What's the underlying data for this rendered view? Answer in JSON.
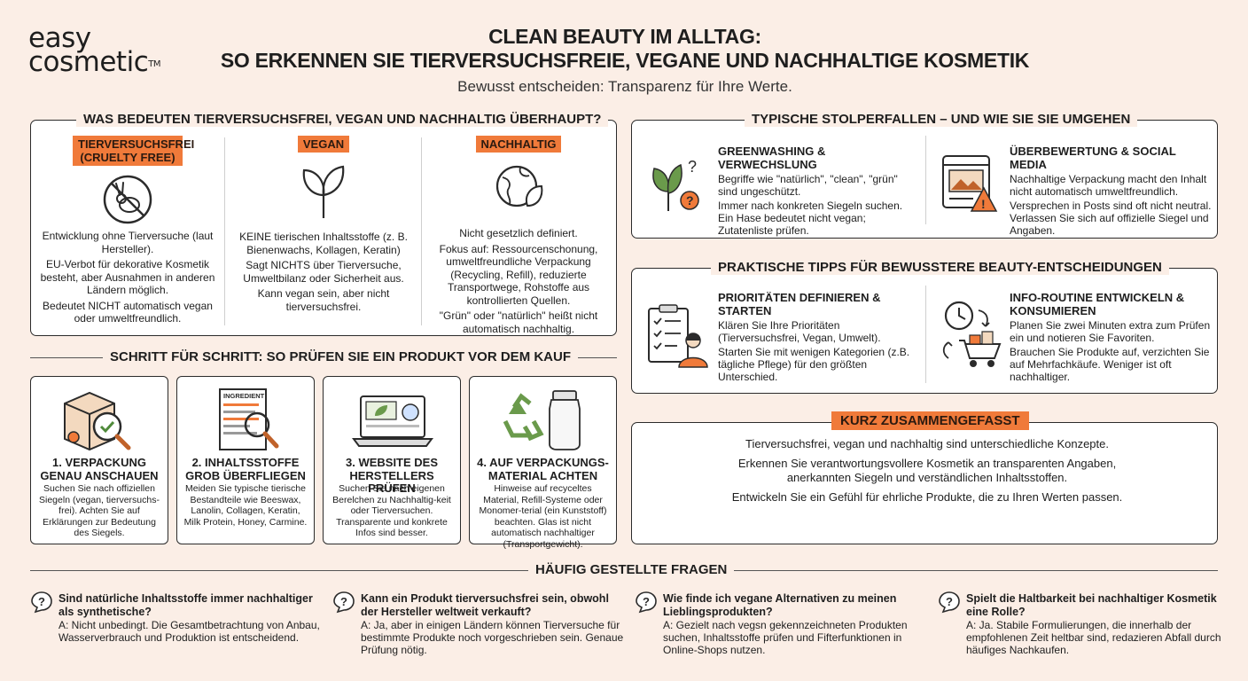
{
  "logo": {
    "line1": "easy",
    "line2": "cosmetic",
    "tm": "TM"
  },
  "header": {
    "title_line1": "CLEAN BEAUTY IM ALLTAG:",
    "title_line2": "SO ERKENNEN SIE TIERVERSUCHSFREIE, VEGANE UND NACHHALTIGE KOSMETIK",
    "subtitle": "Bewusst entscheiden: Transparenz für Ihre Werte."
  },
  "definitions": {
    "heading": "WAS BEDEUTEN TIERVERSUCHSFREI, VEGAN UND NACHHALTIG ÜBERHAUPT?",
    "columns": [
      {
        "tag": "TIERVERSUCHSFREI (CRUELTY FREE)",
        "icon": "crossed-rabbit-icon",
        "paragraphs": [
          "Entwicklung ohne Tierversuche (laut Hersteller).",
          "EU-Verbot für dekorative Kosmetik besteht, aber Ausnahmen in anderen Ländern möglich.",
          "Bedeutet NICHT automatisch vegan oder umweltfreundlich."
        ]
      },
      {
        "tag": "VEGAN",
        "icon": "leaves-icon",
        "paragraphs": [
          "KEINE tierischen Inhaltsstoffe (z. B. Bienenwachs, Kollagen, Keratin)",
          "Sagt NICHTS über Tierversuche, Umweltbilanz oder Sicherheit aus.",
          "Kann vegan sein, aber nicht tierversuchsfrei."
        ]
      },
      {
        "tag": "NACHHALTIG",
        "icon": "globe-leaf-icon",
        "paragraphs": [
          "Nicht gesetzlich definiert.",
          "Fokus auf: Ressourcenschonung, umweltfreundliche Verpackung (Recycling, Refill), reduzierte Transportwege, Rohstoffe aus kontrollierten Quellen.",
          "\"Grün\" oder \"natürlich\" heißt nicht automatisch nachhaltig."
        ]
      }
    ]
  },
  "steps": {
    "heading": "SCHRITT FÜR SCHRITT: SO PRÜFEN SIE EIN PRODUKT VOR DEM KAUF",
    "items": [
      {
        "title": "1. VERPACKUNG GENAU ANSCHAUEN",
        "icon": "box-magnifier-icon",
        "text": "Suchen Sie nach offiziellen Siegeln (vegan, tierversuchs-frei). Achten Sie auf Erklärungen zur Bedeutung des Siegels."
      },
      {
        "title": "2. INHALTSSTOFFE GROB ÜBERFLIEGEN",
        "icon": "ingredient-list-icon",
        "label": "INGREDIENT",
        "text": "Meiden Sie typische tierische Bestandteile wie Beeswax, Lanolin, Collagen, Keratin, Milk Protein, Honey, Carmine."
      },
      {
        "title": "3. WEBSITE DES HERSTELLERS PRÜFEN",
        "icon": "laptop-icon",
        "text": "Suchen Sie nach eigenen Berelchen zu Nachhaltig-keit oder Tierversuchen. Transparente und konkrete Infos sind besser."
      },
      {
        "title": "4. AUF VERPACKUNGS-MATERIAL ACHTEN",
        "icon": "recycle-jar-icon",
        "text": "Hinweise auf recyceltes Material, Refill-Systeme oder Monomer-terial (ein Kunststoff) beachten. Glas ist nicht automatisch nachhaltiger (Transportgewicht)."
      }
    ]
  },
  "pitfalls": {
    "heading": "TYPISCHE STOLPERFALLEN – UND WIE SIE SIE UMGEHEN",
    "items": [
      {
        "title": "GREENWASHING & VERWECHSLUNG",
        "icon": "leaf-warning-icon",
        "paragraphs": [
          "Begriffe wie \"natürlich\", \"clean\", \"grün\" sind ungeschützt.",
          "Immer nach konkreten Siegeln suchen. Ein Hase bedeutet nicht vegan; Zutatenliste prüfen."
        ]
      },
      {
        "title": "ÜBERBEWERTUNG & SOCIAL MEDIA",
        "icon": "social-post-warning-icon",
        "paragraphs": [
          "Nachhaltige Verpackung macht den Inhalt nicht automatisch umweltfreundlich.",
          "Versprechen in Posts sind oft nicht neutral. Verlassen Sie sich auf offizielle Siegel und Angaben."
        ]
      }
    ]
  },
  "tips": {
    "heading": "PRAKTISCHE TIPPS FÜR BEWUSSTERE BEAUTY-ENTSCHEIDUNGEN",
    "items": [
      {
        "title": "PRIORITÄTEN DEFINIEREN & STARTEN",
        "icon": "checklist-person-icon",
        "paragraphs": [
          "Klären Sie Ihre Prioritäten (Tierversuchsfrei, Vegan, Umwelt).",
          "Starten Sie mit wenigen Kategorien (z.B. tägliche Pflege) für den größten Unterschied."
        ]
      },
      {
        "title": "INFO-ROUTINE ENTWICKELN & KONSUMIEREN",
        "icon": "clock-cart-icon",
        "paragraphs": [
          "Planen Sie zwei Minuten extra zum Prüfen ein und notieren Sie Favoriten.",
          "Brauchen Sie Produkte auf, verzichten Sie auf Mehrfachkäufe. Weniger ist oft nachhaltiger."
        ]
      }
    ]
  },
  "summary": {
    "heading": "KURZ ZUSAMMENGEFASST",
    "paragraphs": [
      "Tierversuchsfrei, vegan und nachhaltig sind unterschiedliche Konzepte.",
      "Erkennen Sie verantwortungsvollere Kosmetik an transparenten Angaben, anerkannten Siegeln und verständlichen Inhaltsstoffen.",
      "Entwickeln Sie ein Gefühl für ehrliche Produkte, die zu Ihren Werten passen."
    ]
  },
  "faq": {
    "heading": "HÄUFIG GESTELLTE FRAGEN",
    "items": [
      {
        "q": "Sind natürliche Inhaltsstoffe immer nachhaltiger als synthetische?",
        "a": "A: Nicht unbedingt. Die Gesamtbetrachtung von Anbau, Wasserverbrauch und Produktion ist entscheidend."
      },
      {
        "q": "Kann ein Produkt tierversuchsfrei sein, obwohl der Hersteller weltweit verkauft?",
        "a": "A: Ja, aber in einigen Ländern können Tierversuche für bestimmte Produkte noch vorgeschrieben sein. Genaue Prüfung nötig."
      },
      {
        "q": "Wie finde ich vegane Alternativen zu meinen Lieblingsprodukten?",
        "a": "A: Gezielt nach vegsn gekennzeichneten Produkten suchen, Inhaltsstoffe prüfen und Fifterfunktionen in Online-Shops nutzen."
      },
      {
        "q": "Spielt die Haltbarkeit bei nachhaltiger Kosmetik eine Rolle?",
        "a": "A: Ja. Stabile Formulierungen, die innerhalb der empfohlenen Zeit heltbar sind, redazieren Abfall durch häufiges Nachkaufen."
      }
    ]
  },
  "colors": {
    "accent": "#f07a3a",
    "background": "#fbeee6",
    "icon_green": "#6a9a4b"
  }
}
